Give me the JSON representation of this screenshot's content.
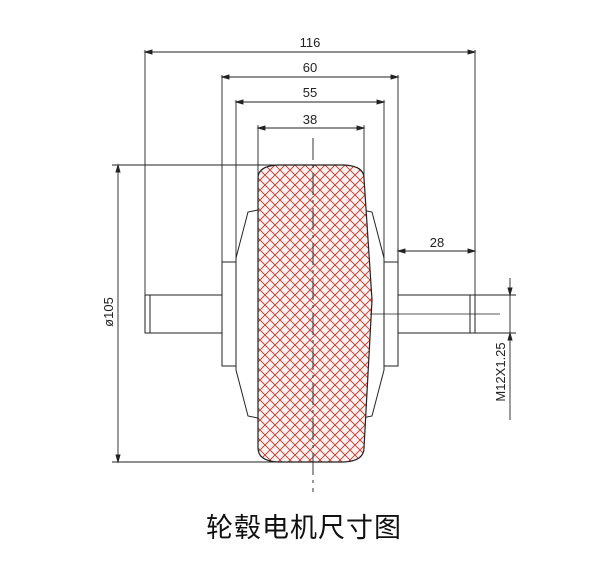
{
  "caption": "轮毂电机尺寸图",
  "dimensions": {
    "overall_width": "116",
    "hub_width": "60",
    "rim_width": "55",
    "tire_width": "38",
    "shaft_length": "28",
    "diameter": "ø105",
    "thread": "M12X1.25"
  },
  "colors": {
    "line": "#222222",
    "tire_hatch": "#c0392b",
    "tire_fill": "#fdf2f1"
  }
}
